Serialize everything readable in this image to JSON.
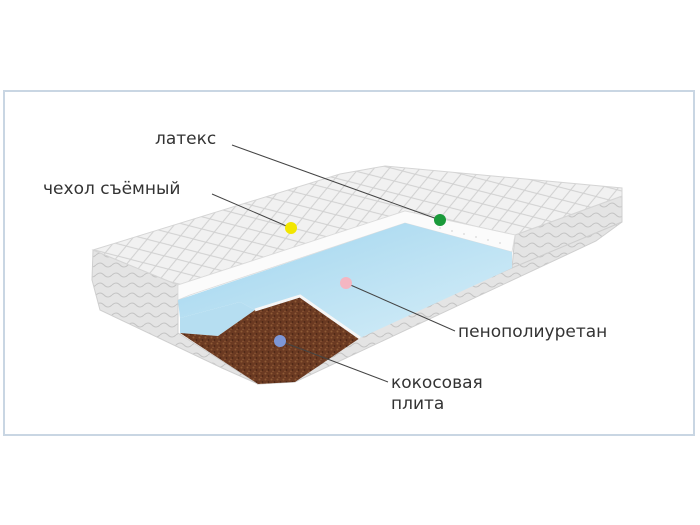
{
  "labels": {
    "latex": "латекс",
    "cover": "чехол съёмный",
    "foam": "пенополиуретан",
    "coco_line1": "кокосовая",
    "coco_line2": "плита"
  },
  "colors": {
    "frame_border": "#c9d6e3",
    "marker_cover": "#f2e600",
    "marker_latex": "#1a9a3a",
    "marker_foam": "#f4b6c2",
    "marker_coco": "#7d97d6",
    "foam_layer": "#bfe3f3",
    "coco_layer": "#6b3a22",
    "cover_fabric": "#eeeeee"
  }
}
